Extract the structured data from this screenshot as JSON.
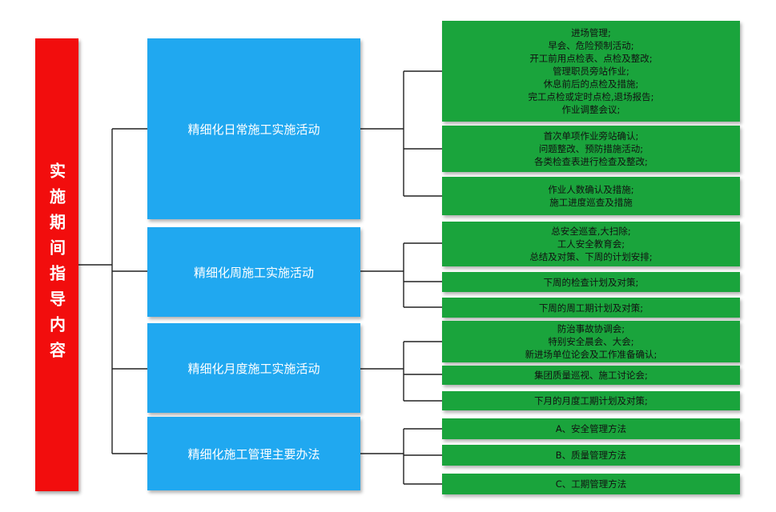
{
  "root": {
    "label": "实施期间指导内容"
  },
  "categories": [
    {
      "label": "精细化日常施工实施活动",
      "items": [
        "进场管理;\n早会、危险预制活动;\n开工前用点检表、点检及整改;\n管理职员旁站作业;\n休息前后的点检及措施;\n完工点检或定时点检,退场报告;\n作业调整会议;",
        "首次单项作业旁站确认;\n问题整改、预防措施活动;\n各类检查表进行检查及整改;",
        "作业人数确认及措施;\n施工进度巡查及措施"
      ]
    },
    {
      "label": "精细化周施工实施活动",
      "items": [
        "总安全巡查,大扫除;\n工人安全教育会;\n总结及对策、下周的计划安排;",
        "下周的检查计划及对策;",
        "下周的周工期计划及对策;"
      ]
    },
    {
      "label": "精细化月度施工实施活动",
      "items": [
        "防治事故协调会;\n特别安全晨会、大会;\n新进场单位论会及工作准备确认;",
        "集团质量巡视、施工讨论会;",
        "下月的月度工期计划及对策;"
      ]
    },
    {
      "label": "精细化施工管理主要办法",
      "items": [
        "A、安全管理方法",
        "B、质量管理方法",
        "C、工期管理方法"
      ]
    }
  ],
  "colors": {
    "root": "#f20d0d",
    "category": "#20a8f0",
    "item": "#1aa43c",
    "connector": "#222222"
  }
}
